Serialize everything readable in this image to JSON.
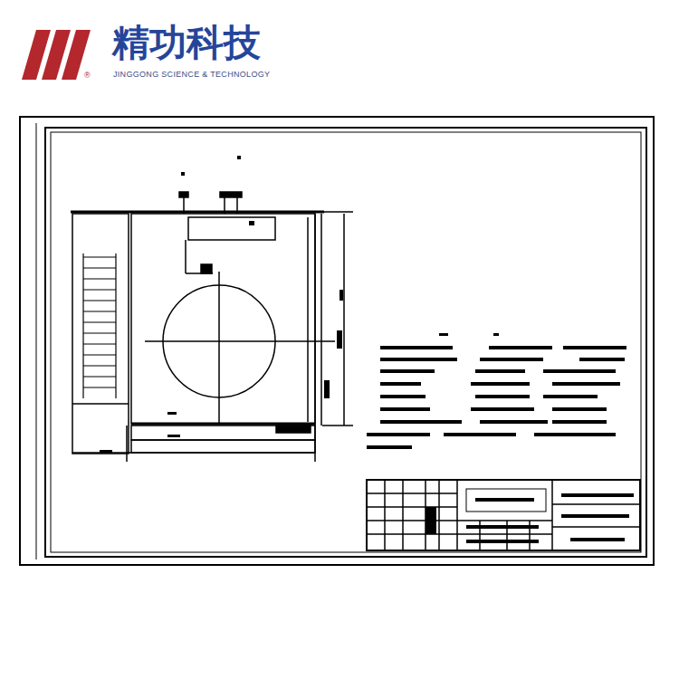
{
  "diagram": {
    "labels": [
      "精功科技",
      "JINGGONG SCIENCE & TECHNOLOGY",
      "®"
    ]
  }
}
